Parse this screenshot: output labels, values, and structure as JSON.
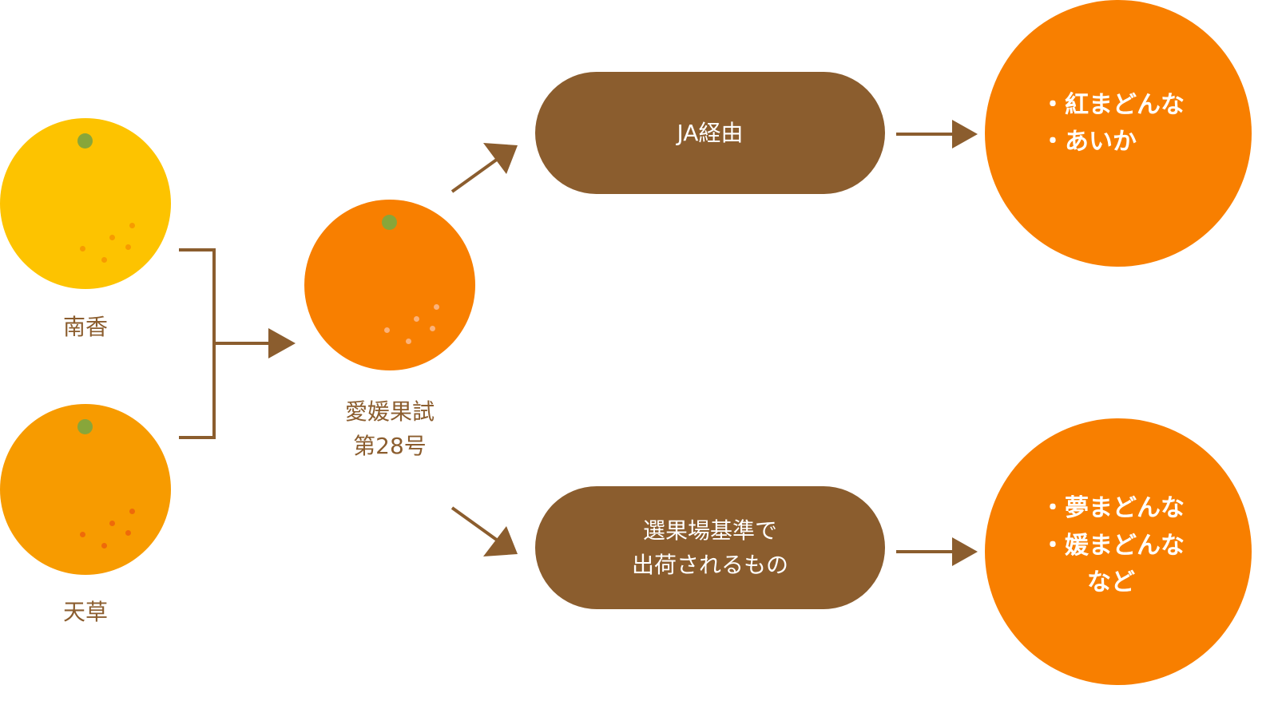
{
  "colors": {
    "brown": "#8B5D2E",
    "nanko": "#FDC300",
    "amakusa": "#F79B00",
    "ehime": "#F87F00",
    "stem": "#88A63A",
    "result": "#F87F00"
  },
  "parents": [
    {
      "name": "南香",
      "icon": "yellow-citrus-icon"
    },
    {
      "name": "天草",
      "icon": "orange-citrus-icon"
    }
  ],
  "hybrid": {
    "name_line1": "愛媛果試",
    "name_line2": "第28号",
    "icon": "orange-citrus-icon"
  },
  "routes": [
    {
      "channel": [
        "JA経由"
      ],
      "brands": [
        "・紅まどんな",
        "・あいか"
      ],
      "suffix": ""
    },
    {
      "channel": [
        "選果場基準で",
        "出荷されるもの"
      ],
      "brands": [
        "・夢まどんな",
        "・媛まどんな"
      ],
      "suffix": "など"
    }
  ]
}
